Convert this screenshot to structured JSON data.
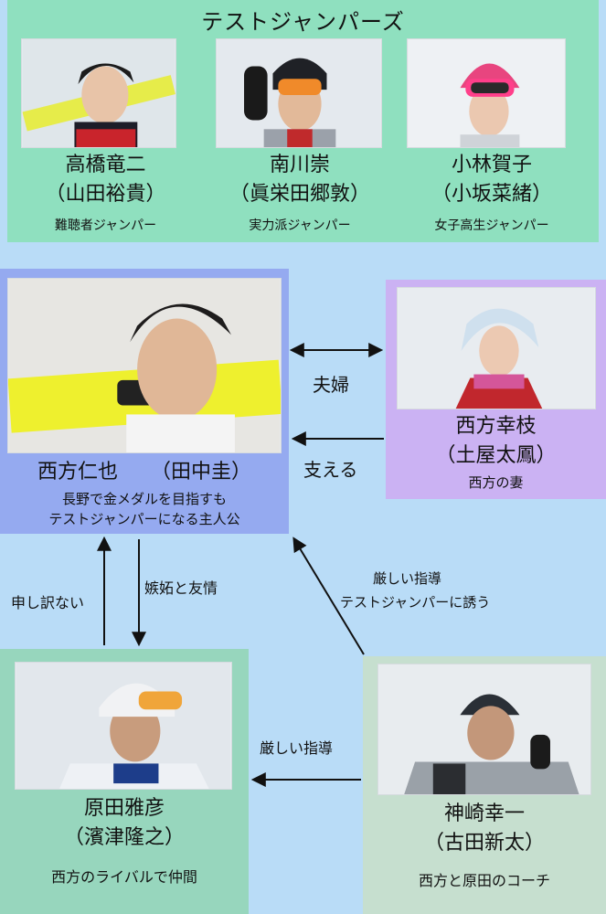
{
  "test_jumpers": {
    "title": "テストジャンパーズ",
    "members": [
      {
        "name": "高橋竜二",
        "actor": "（山田裕貴）",
        "role": "難聴者ジャンパー"
      },
      {
        "name": "南川崇",
        "actor": "（眞栄田郷敦）",
        "role": "実力派ジャンパー"
      },
      {
        "name": "小林賀子",
        "actor": "（小坂菜緒）",
        "role": "女子高生ジャンパー"
      }
    ]
  },
  "lead": {
    "name": "西方仁也",
    "actor": "（田中圭）",
    "desc_line1": "長野で金メダルを目指すも",
    "desc_line2": "テストジャンパーになる主人公"
  },
  "wife": {
    "name": "西方幸枝",
    "actor": "（土屋太鳳）",
    "role": "西方の妻"
  },
  "harada": {
    "name": "原田雅彦",
    "actor": "（濱津隆之）",
    "role": "西方のライバルで仲間"
  },
  "coach": {
    "name": "神崎幸一",
    "actor": "（古田新太）",
    "role": "西方と原田のコーチ"
  },
  "relations": {
    "couple": "夫婦",
    "support": "支える",
    "sorry": "申し訳ない",
    "jealousy": "嫉妬と友情",
    "coach_to_lead_1": "厳しい指導",
    "coach_to_lead_2": "テストジャンパーに誘う",
    "coach_to_harada": "厳しい指導"
  },
  "colors": {
    "top_panel": "#8fe0bf",
    "lead_panel": "#95aaf0",
    "wife_panel": "#cbb2f3",
    "harada_panel": "#97d6bd",
    "coach_panel": "#c6dfcf",
    "background": "#b9dcf7"
  }
}
